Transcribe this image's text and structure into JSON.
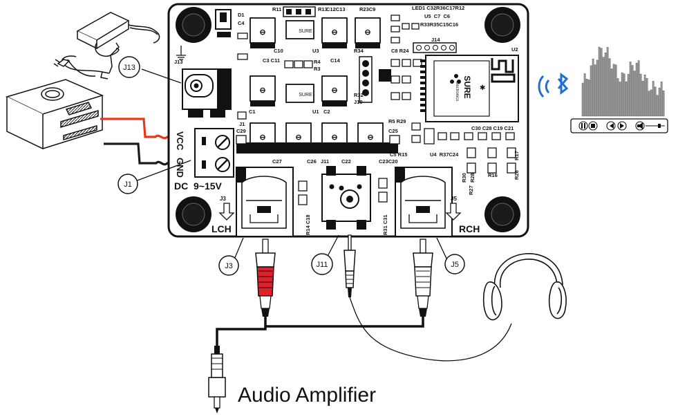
{
  "caption": "Audio Amplifier",
  "connectors": {
    "j13": "J13",
    "j1": "J1",
    "j3": "J3",
    "j11": "J11",
    "j5": "J5"
  },
  "board": {
    "vcc": "VCC",
    "gnd": "GND",
    "dc": "DC  9~15V",
    "lch": "LCH",
    "rch": "RCH",
    "j3": "J3",
    "j5": "J5",
    "j13": "J13",
    "j1": "J1",
    "j10": "J10",
    "j11": "J11",
    "j14": "J14",
    "u1": "U1",
    "u2": "U2",
    "u3": "U3",
    "u4": "U4",
    "u5": "U5",
    "d1": "D1",
    "c4": "C4",
    "r11": "R11",
    "r13": "R13",
    "c12c13": "C12C13",
    "r23c9": "R23C9",
    "led1": "LED1 C32R36C17R12",
    "u5row": "U5  C7  C6",
    "r33row": "R33R35C15C16",
    "c10": "C10",
    "c3c11": "C3 C11",
    "c14": "C14",
    "r4": "R4",
    "r3": "R3",
    "r34": "R34",
    "c8r24": "C8 R24",
    "r32": "R32",
    "c1": "C1",
    "c2": "C2",
    "c29": "C29",
    "c25": "C25",
    "r5r29": "R5 R29",
    "c27": "C27",
    "c26": "C26",
    "c22": "C22",
    "c23c20": "C23C20",
    "c5r15": "C5 R15",
    "c30row": "C30 C28 C19 C21",
    "u4row": "U4  R37C24",
    "r17": "R17",
    "r16": "R16",
    "r26": "R26",
    "r30": "R30",
    "r28": "R28",
    "r27": "R27",
    "r14c18": "R14 C18",
    "r31c31": "R31 C31",
    "sure": "SURE",
    "electronics": "electronics",
    "sure_small": "SURE"
  },
  "colors": {
    "wire_red": "#e8361b",
    "wire_black": "#1a1a1a",
    "board": "#ffffff",
    "rca_red": "#e0202a",
    "bluetooth": "#1f6fd1"
  },
  "icons": [
    "power-adapter-icon",
    "power-supply-icon",
    "bluetooth-icon",
    "headphones-icon",
    "audio-player-icon",
    "rca-plug-icon",
    "audio-jack-plug-icon"
  ]
}
